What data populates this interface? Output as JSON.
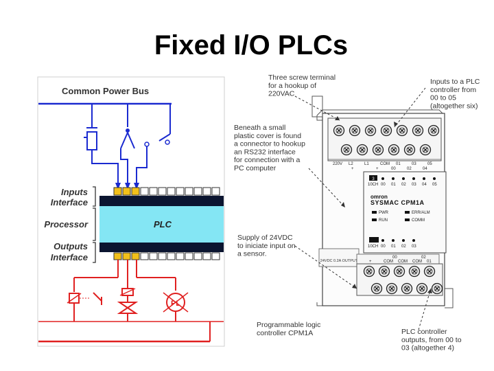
{
  "title": "Fixed I/O PLCs",
  "left_diagram": {
    "bus_label": "Common Power Bus",
    "inputs_label_1": "Inputs",
    "inputs_label_2": "Interface",
    "processor_label": "Processor",
    "outputs_label_1": "Outputs",
    "outputs_label_2": "Interface",
    "plc_label": "PLC",
    "pilot_light_label": "PL",
    "colors": {
      "wiring_blue": "#1a2ad0",
      "wiring_red": "#e02020",
      "processor_fill": "#84e6f4",
      "interface_band": "#0b1530",
      "terminal_yellow": "#f2c01a"
    }
  },
  "right_diagram": {
    "brand": "omron",
    "model": "SYSMAC CPM1A",
    "top_terminals": [
      "220V",
      "L2",
      "L1",
      "COM",
      "01",
      "03",
      "05"
    ],
    "top_terminals_2": [
      "+",
      "+",
      "00",
      "02",
      "04"
    ],
    "input_leds": [
      "10CH",
      "00",
      "01",
      "02",
      "03",
      "04",
      "05"
    ],
    "status_leds": [
      "PWR",
      "RUN",
      "ERR/ALM",
      "COMM"
    ],
    "output_leds": [
      "10CH",
      "00",
      "01",
      "02",
      "03"
    ],
    "bottom_terminals": [
      "+",
      "COM",
      "COM",
      "COM",
      "01"
    ],
    "bottom_terminals_2": [
      "00",
      "02"
    ],
    "supply_note": "24VDC 0.2A OUTPUT",
    "module_id": "3"
  },
  "annotations": {
    "three_screw": "Three screw terminal\nfor a hookup of\n220VAC",
    "inputs": "Inputs to a PLC\ncontroller from\n00 to 05\n(altogether six)",
    "rs232": "Beneath a small\nplastic cover is found\na connector to hookup\nan RS232 interface\nfor connection with a\nPC computer",
    "supply": "Supply of 24VDC\nto iniciate input on\na sensor.",
    "plc_model": "Programmable logic\ncontroller CPM1A",
    "outputs": "PLC controller\noutputs, from 00 to\n03 (altogether 4)"
  }
}
